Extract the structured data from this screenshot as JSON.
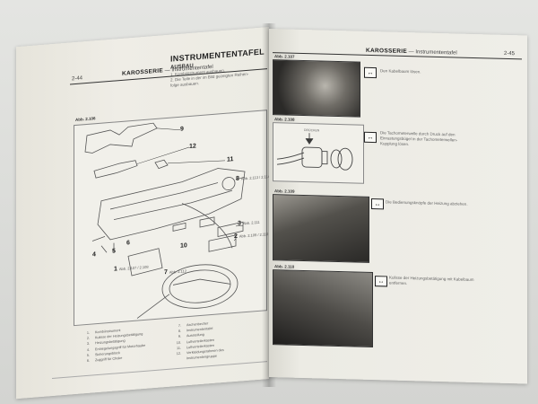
{
  "left_page": {
    "page_number": "2-44",
    "section": "KAROSSERIE",
    "section_sub": "Instrumententafel",
    "title": "INSTRUMENTENTAFEL",
    "subtitle": "AUSBAU",
    "steps": [
      "1.   Kombiinstrument ausbauen.",
      "2.   Die Teile in der im Bild gezeigten Reihen-",
      "      folge ausbauen."
    ],
    "figure": {
      "label": "Abb. 2.106",
      "callouts": [
        {
          "num": "9",
          "ref": ""
        },
        {
          "num": "12",
          "ref": ""
        },
        {
          "num": "11",
          "ref": ""
        },
        {
          "num": "8",
          "ref": "Abb. 2.113 / 2.114"
        },
        {
          "num": "3",
          "ref": "Abb. 2.111"
        },
        {
          "num": "2",
          "ref": "Abb. 2.109 / 2.110"
        },
        {
          "num": "10",
          "ref": ""
        },
        {
          "num": "1",
          "ref": "Abb. 2.107 / 2.108"
        },
        {
          "num": "7",
          "ref": "Abb. 2.112"
        },
        {
          "num": "4",
          "ref": ""
        },
        {
          "num": "5",
          "ref": ""
        },
        {
          "num": "6",
          "ref": ""
        }
      ]
    },
    "legend_left": [
      {
        "num": "1.",
        "text": "Kombiinstrument"
      },
      {
        "num": "2.",
        "text": "Kulisse der Heizungsbetätigung"
      },
      {
        "num": "3.",
        "text": "Heizungsbetätigung"
      },
      {
        "num": "4.",
        "text": "Entriegelungsgriff für Motorhaube"
      },
      {
        "num": "5.",
        "text": "Sicherungsblock"
      },
      {
        "num": "6.",
        "text": "Zuggriff für Choke"
      }
    ],
    "legend_right": [
      {
        "num": "7.",
        "text": "Aschenbecher"
      },
      {
        "num": "8.",
        "text": "Instrumententafel"
      },
      {
        "num": "9.",
        "text": "Aussteifung"
      },
      {
        "num": "10.",
        "text": "Luftverteilerkasten"
      },
      {
        "num": "11.",
        "text": "Luftverteilerkasten"
      },
      {
        "num": "12.",
        "text": "Verkleidungsrahmen des"
      },
      {
        "num": "",
        "text": "Instrumentengruppe"
      }
    ]
  },
  "right_page": {
    "page_number": "2-45",
    "section": "KAROSSERIE",
    "section_sub": "Instrumententafel",
    "steps": [
      {
        "figure": "Abb. 2.107",
        "icon": "disconnect-arrows-icon",
        "symbol": "↔",
        "text": [
          "Den Kabelbaum lösen."
        ]
      },
      {
        "figure": "Abb. 2.108",
        "icon": "disconnect-arrows-icon",
        "symbol": "↔",
        "text": [
          "Die Tachometerwelle durch Druck auf den",
          "Einrastungsbügel in der Tachometerwellen-",
          "Kupplung lösen."
        ],
        "diagram_label": "DRÜCKEN"
      },
      {
        "figure": "Abb. 2.109",
        "icon": "disconnect-arrows-icon",
        "symbol": "↔",
        "text": [
          "Die Bedienungsknöpfe der Heizung abziehen."
        ]
      },
      {
        "figure": "Abb. 2.110",
        "icon": "disconnect-arrows-icon",
        "symbol": "↔",
        "text": [
          "Kulisse der Heizungsbetätigung mit Kabelbaum",
          "entfernen."
        ]
      }
    ]
  }
}
